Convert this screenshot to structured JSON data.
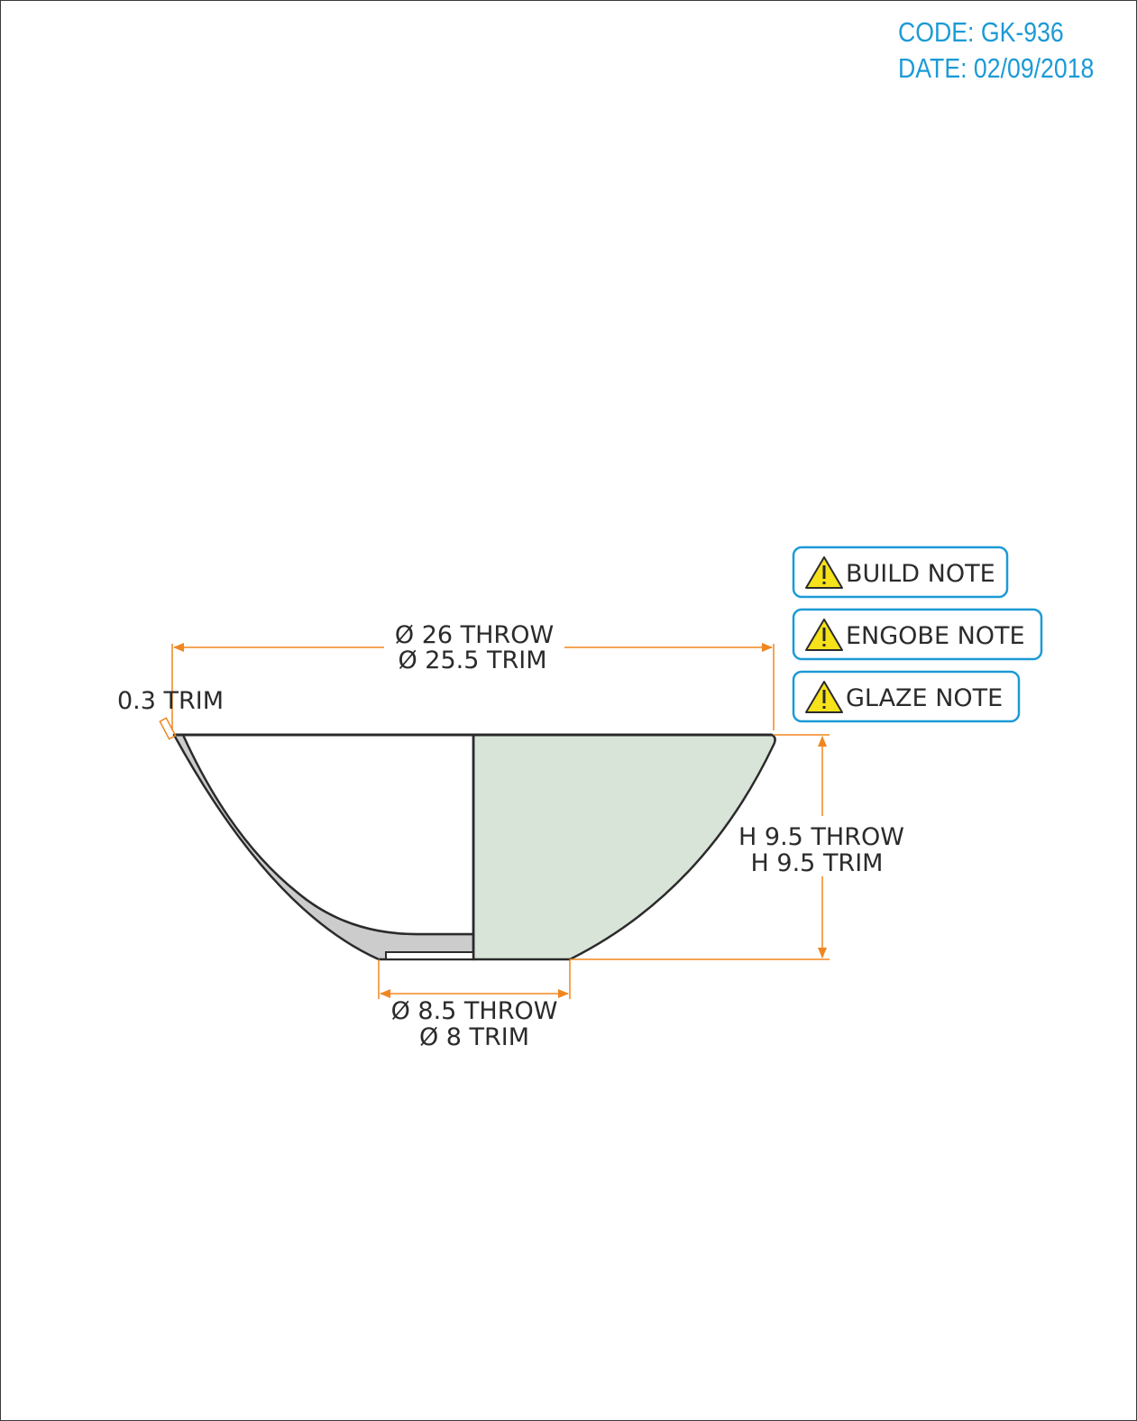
{
  "header": {
    "code": "CODE: GK-936",
    "date": "DATE: 02/09/2018"
  },
  "notes": [
    {
      "label": "BUILD NOTE",
      "icon": "warning-icon"
    },
    {
      "label": "ENGOBE NOTE",
      "icon": "warning-icon"
    },
    {
      "label": "GLAZE NOTE",
      "icon": "warning-icon"
    }
  ],
  "dimensions": {
    "rim_throw": "Ø 26 THROW",
    "rim_trim": "Ø 25.5 TRIM",
    "wall_trim": "0.3 TRIM",
    "height_throw": "H 9.5 THROW",
    "height_trim": "H 9.5 TRIM",
    "foot_throw": "Ø 8.5 THROW",
    "foot_trim": "Ø 8 TRIM"
  },
  "colors": {
    "accent_text": "#1c9ad6",
    "dimension_line": "#f0861f",
    "note_border": "#1c9ad6",
    "glaze_fill": "#d9e4d9",
    "wall_fill": "#cccccc",
    "warning_fill": "#f5e21a"
  }
}
